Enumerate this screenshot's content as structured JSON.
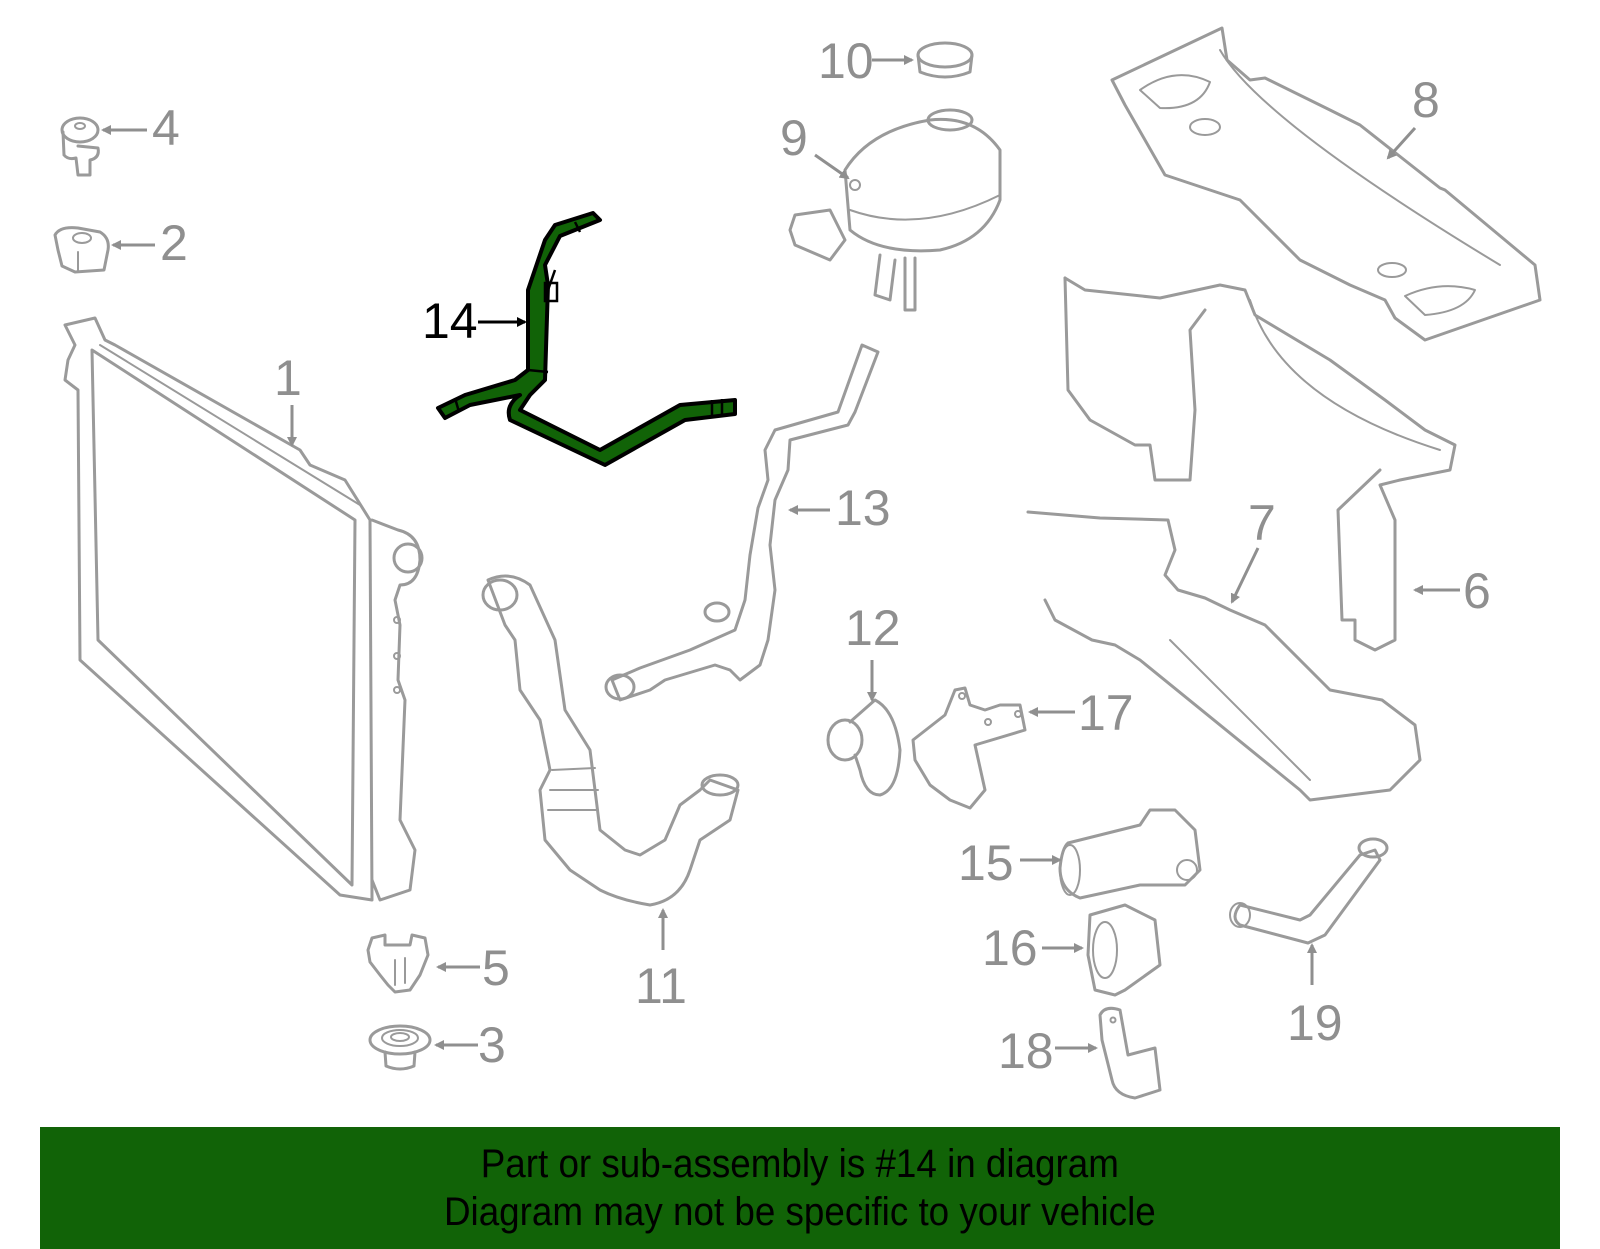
{
  "diagram": {
    "highlighted_part": "14",
    "highlight_color": "#116307",
    "part_line_color": "#9a9a9a",
    "callouts": [
      {
        "id": "1",
        "label": "1"
      },
      {
        "id": "2",
        "label": "2"
      },
      {
        "id": "3",
        "label": "3"
      },
      {
        "id": "4",
        "label": "4"
      },
      {
        "id": "5",
        "label": "5"
      },
      {
        "id": "6",
        "label": "6"
      },
      {
        "id": "7",
        "label": "7"
      },
      {
        "id": "8",
        "label": "8"
      },
      {
        "id": "9",
        "label": "9"
      },
      {
        "id": "10",
        "label": "10"
      },
      {
        "id": "11",
        "label": "11"
      },
      {
        "id": "12",
        "label": "12"
      },
      {
        "id": "13",
        "label": "13"
      },
      {
        "id": "14",
        "label": "14"
      },
      {
        "id": "15",
        "label": "15"
      },
      {
        "id": "16",
        "label": "16"
      },
      {
        "id": "17",
        "label": "17"
      },
      {
        "id": "18",
        "label": "18"
      },
      {
        "id": "19",
        "label": "19"
      }
    ]
  },
  "banner": {
    "background": "#116307",
    "line1": "Part or sub-assembly is #14 in diagram",
    "line2": "Diagram may not be specific to your vehicle"
  }
}
